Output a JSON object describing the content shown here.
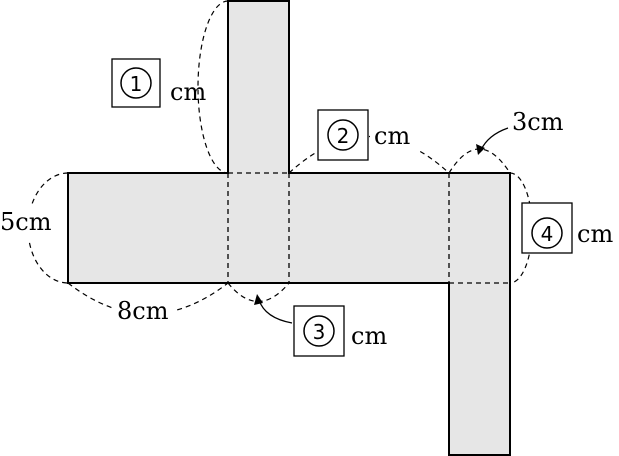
{
  "labels": {
    "five_cm": "5cm",
    "eight_cm": "8cm",
    "three_cm": "3cm",
    "blank_unit": "cm"
  },
  "blanks": [
    {
      "id": "1",
      "mark": "1"
    },
    {
      "id": "2",
      "mark": "2"
    },
    {
      "id": "3",
      "mark": "3"
    },
    {
      "id": "4",
      "mark": "4"
    }
  ],
  "colors": {
    "face_fill": "#e6e6e6",
    "stroke": "#000000"
  }
}
